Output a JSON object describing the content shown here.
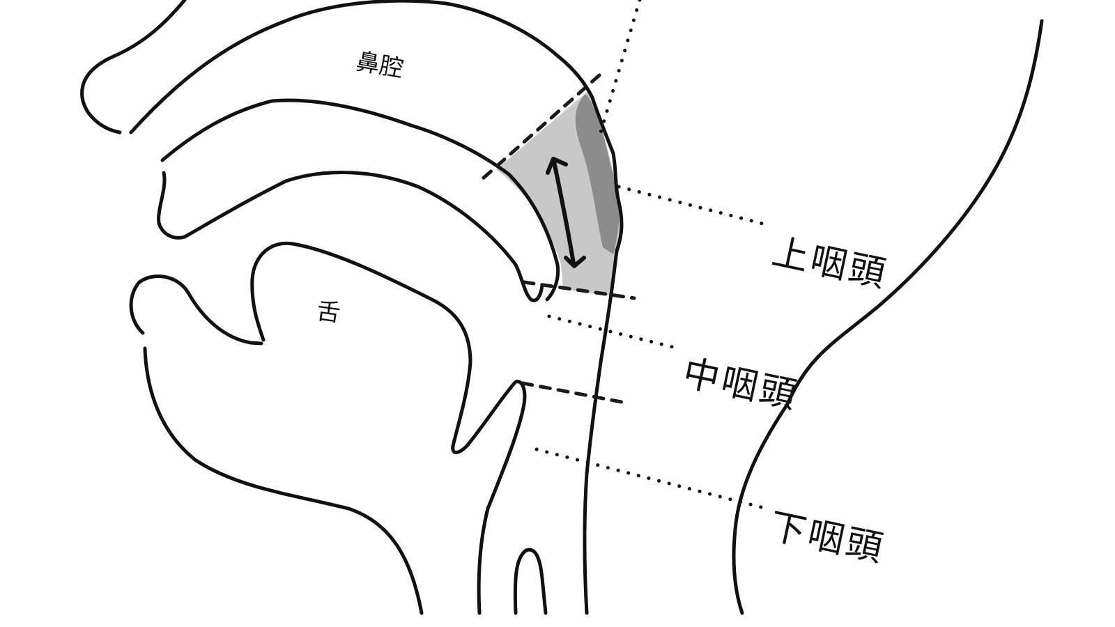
{
  "diagram": {
    "type": "anatomical cross-section (sagittal view of pharynx)",
    "colors": {
      "line": "#111111",
      "nasopharynx_fill": "#c8c8c8",
      "adenoid_fill": "#8c8c8c",
      "background": "#ffffff"
    },
    "labels": {
      "nasal_cavity": "鼻腔",
      "tongue": "舌",
      "nasopharynx": "上咽頭",
      "oropharynx": "中咽頭",
      "hypopharynx": "下咽頭"
    },
    "annotations": {
      "arrow": "double-headed vertical arrow inside shaded nasopharynx region"
    }
  }
}
